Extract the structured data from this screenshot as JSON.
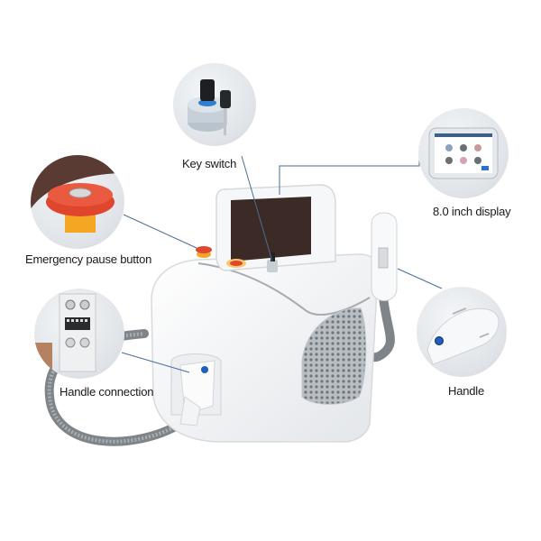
{
  "product": {
    "description": "IPL / laser beauty machine with labeled component callouts"
  },
  "callouts": [
    {
      "id": "key-switch",
      "label": "Key switch"
    },
    {
      "id": "display",
      "label": "8.0 inch display"
    },
    {
      "id": "emergency",
      "label": "Emergency pause button"
    },
    {
      "id": "handle-connection",
      "label": "Handle connection"
    },
    {
      "id": "handle",
      "label": "Handle"
    }
  ],
  "colors": {
    "leader_line": "#4a6f96",
    "body": "#f2f3f5",
    "screen": "#3b2a26",
    "hose": "#8c9196",
    "grille": "#9aa0a6",
    "emergency_red": "#e0452e",
    "emergency_yellow": "#f5a623",
    "handle_button": "#1f5fbf"
  }
}
